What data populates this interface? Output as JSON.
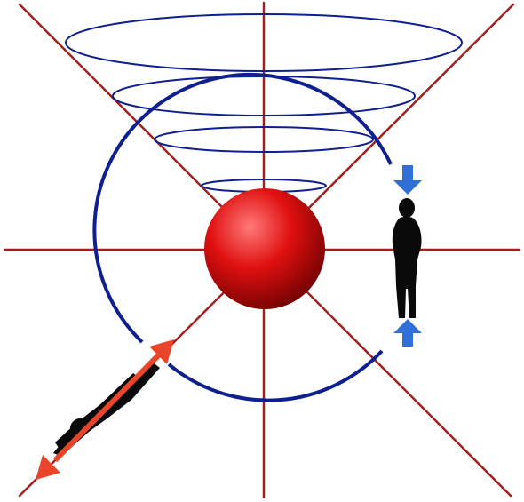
{
  "diagram": {
    "colors": {
      "background": "#ffffff",
      "radial_lines": "#a01f1f",
      "rings": "#0e1f8f",
      "sphere_light": "#ff6a6a",
      "sphere_mid": "#e01010",
      "sphere_dark": "#7a0000",
      "figure": "#0a0a0a",
      "compress_arrow": "#2f6fd6",
      "stretch_arrow": "#e8452a"
    },
    "elements": {
      "central_mass": "sphere",
      "field_lines": "radial-lines",
      "gravity_well": "nested-ellipses-funnel",
      "orbit": "circle-with-gaps",
      "figure_right": "standing-person-compressed",
      "figure_left": "stretched-person-falling-inward"
    }
  }
}
